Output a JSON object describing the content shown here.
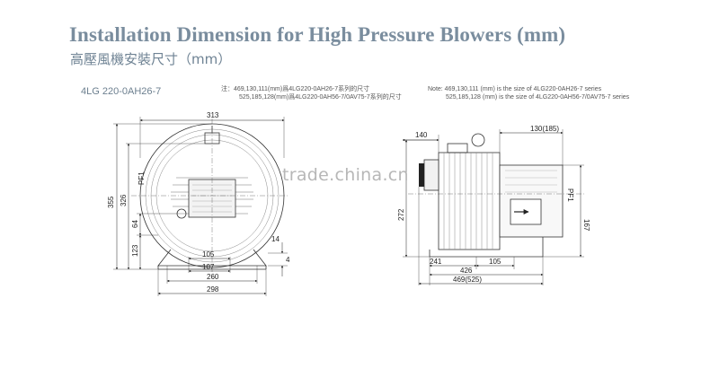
{
  "title": {
    "english": "Installation Dimension for High Pressure Blowers (mm)",
    "chinese": "高壓風機安裝尺寸（mm）"
  },
  "model": "4LG 220-0AH26-7",
  "notes": {
    "chinese_line1": "注：469,130,111(mm)爲4LG220-0AH26-7系列的尺寸",
    "chinese_line2": "525,185,128(mm)爲4LG220-0AH56-7/0AV75-7系列的尺寸",
    "english_line1": "Note: 469,130,111 (mm) is the size of 4LG220-0AH26-7 series",
    "english_line2": "525,185,128 (mm) is the size of 4LG220-0AH56-7/0AV75-7 series"
  },
  "front_view": {
    "dim_313": "313",
    "dim_355": "355",
    "dim_326": "326",
    "dim_64": "64",
    "dim_123": "123",
    "dim_14": "14",
    "dim_4": "4",
    "dim_105": "105",
    "dim_107": "107",
    "dim_260": "260",
    "dim_298": "298",
    "pf_label": "PF1"
  },
  "side_view": {
    "dim_140": "140",
    "dim_130_185": "130(185)",
    "dim_272": "272",
    "dim_167": "167",
    "dim_241": "241",
    "dim_105": "105",
    "dim_426": "426",
    "dim_469_525": "469(525)",
    "pf_label": "PF1"
  },
  "watermark": "trade.china.cn"
}
